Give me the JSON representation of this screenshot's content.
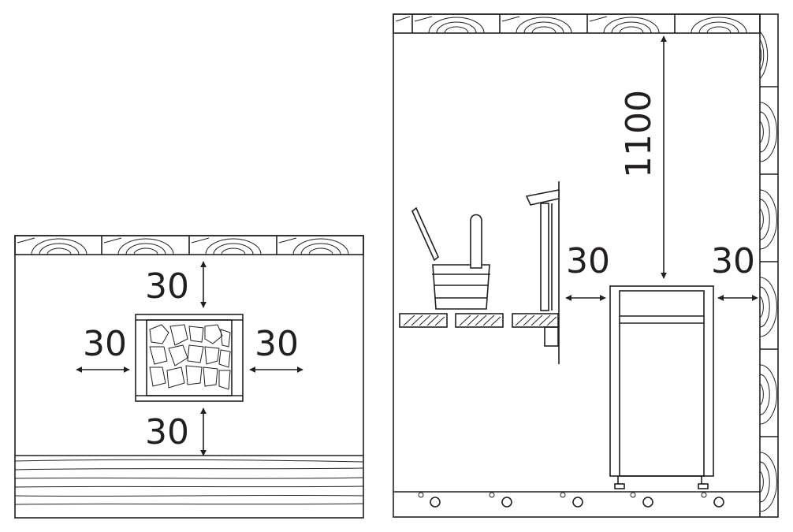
{
  "top_view": {
    "clearance_top": "30",
    "clearance_left": "30",
    "clearance_right": "30",
    "clearance_bottom": "30"
  },
  "side_view": {
    "clearance_ceiling": "1100",
    "clearance_left": "30",
    "clearance_right": "30"
  },
  "colors": {
    "line": "#231f20",
    "background": "#ffffff"
  }
}
